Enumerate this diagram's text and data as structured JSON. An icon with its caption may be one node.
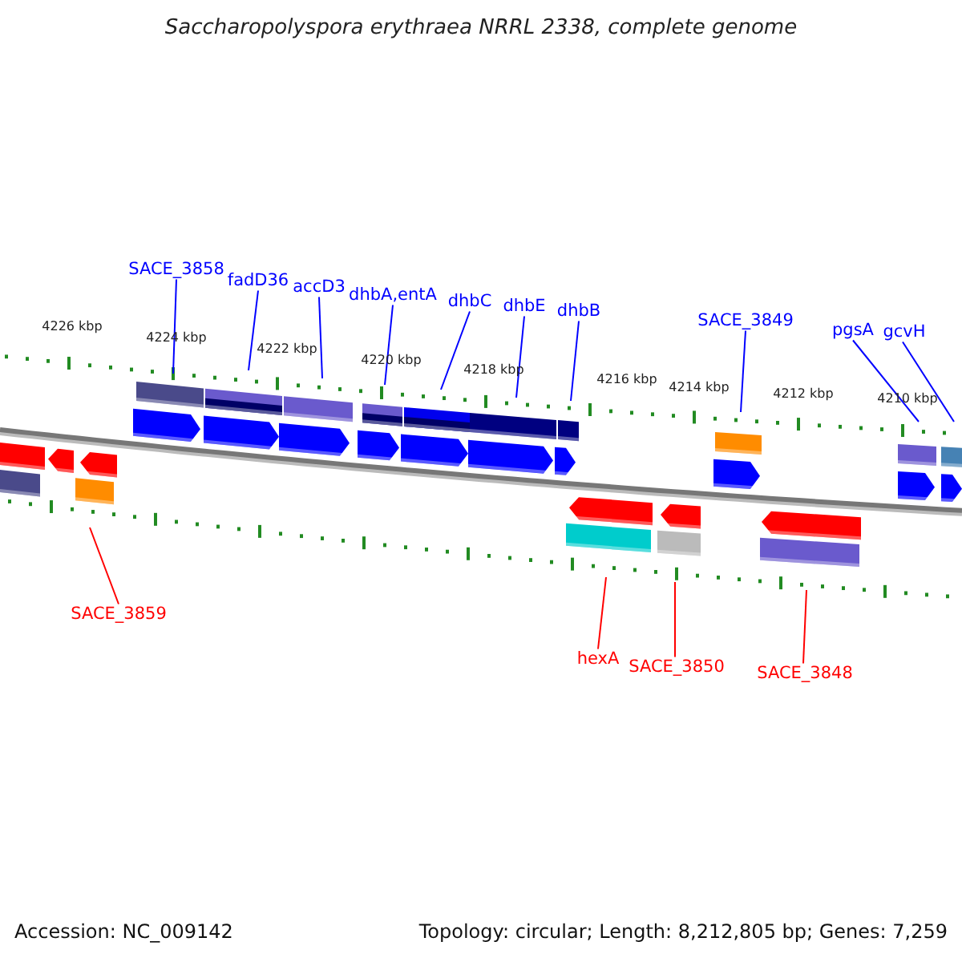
{
  "diagram": {
    "title": "Saccharopolyspora erythraea NRRL 2338, complete genome",
    "nodes": [
      {
        "text": [
          "SACE_3858"
        ]
      },
      {
        "text": [
          "fadD36"
        ]
      },
      {
        "text": [
          "accD3"
        ]
      },
      {
        "text": [
          "dhbA,entA"
        ]
      },
      {
        "text": [
          "dhbC"
        ]
      },
      {
        "text": [
          "dhbE"
        ]
      },
      {
        "text": [
          "dhbB"
        ]
      },
      {
        "text": [
          "SACE_3849"
        ]
      },
      {
        "text": [
          "pgsA"
        ]
      },
      {
        "text": [
          "gcvH"
        ]
      },
      {
        "text": [
          "SACE_3859"
        ]
      },
      {
        "text": [
          "hexA"
        ]
      },
      {
        "text": [
          "SACE_3850"
        ]
      },
      {
        "text": [
          "SACE_3848"
        ]
      }
    ],
    "edges": [
      {
        "from": 0,
        "to": null,
        "arrow": "none"
      },
      {
        "from": 1,
        "to": null,
        "arrow": "none"
      },
      {
        "from": 2,
        "to": null,
        "arrow": "none"
      },
      {
        "from": 3,
        "to": null,
        "arrow": "none"
      },
      {
        "from": 4,
        "to": null,
        "arrow": "none"
      },
      {
        "from": 5,
        "to": null,
        "arrow": "none"
      },
      {
        "from": 6,
        "to": null,
        "arrow": "none"
      },
      {
        "from": 7,
        "to": null,
        "arrow": "none"
      },
      {
        "from": 8,
        "to": null,
        "arrow": "none"
      },
      {
        "from": 9,
        "to": null,
        "arrow": "none"
      },
      {
        "from": 10,
        "to": null,
        "arrow": "none",
        "color": "#ff0000"
      },
      {
        "from": 11,
        "to": null,
        "arrow": "none",
        "color": "#ff0000"
      },
      {
        "from": 12,
        "to": null,
        "arrow": "none",
        "color": "#ff0000"
      },
      {
        "from": 13,
        "to": null,
        "arrow": "none",
        "color": "#ff0000"
      }
    ],
    "labels": [
      "4226 kbp",
      "4224 kbp",
      "4222 kbp",
      "4220 kbp",
      "4218 kbp",
      "4216 kbp",
      "4214 kbp",
      "4212 kbp",
      "4210 kbp",
      "Accession: NC_009142",
      "Topology: circular; Length: 8,212,805 bp; Genes: 7,259"
    ]
  }
}
